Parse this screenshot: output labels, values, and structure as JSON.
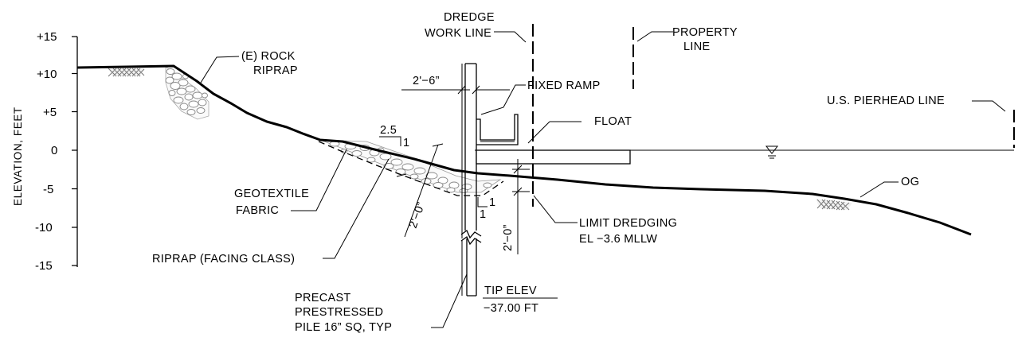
{
  "axis": {
    "title": "ELEVATION, FEET",
    "ticks": [
      "+15",
      "+10",
      "+5",
      "0",
      "-5",
      "-10",
      "-15"
    ]
  },
  "labels": {
    "dredge_work_line": [
      "DREDGE",
      "WORK LINE"
    ],
    "property_line": [
      "PROPERTY",
      "LINE"
    ],
    "rock_riprap": [
      "(E) ROCK",
      "RIPRAP"
    ],
    "fixed_ramp": "FIXED RAMP",
    "float": "FLOAT",
    "us_pierhead_line": "U.S. PIERHEAD LINE",
    "og": "OG",
    "geotextile": [
      "GEOTEXTILE",
      "FABRIC"
    ],
    "riprap_facing": "RIPRAP (FACING CLASS)",
    "limit_dredging": [
      "LIMIT DREDGING",
      "EL −3.6 MLLW"
    ],
    "pile": [
      "PRECAST",
      "PRESTRESSED",
      "PILE 16” SQ, TYP"
    ],
    "tip_elev": [
      "TIP ELEV",
      "−37.00 FT"
    ]
  },
  "dimensions": {
    "pile_offset": "2'−6”",
    "riprap_thickness": "2'−0”",
    "dredge_depth": "2'−0”",
    "slope_run": "2.5",
    "slope_rise": "1",
    "toe_rise": "1",
    "toe_run": "1"
  }
}
